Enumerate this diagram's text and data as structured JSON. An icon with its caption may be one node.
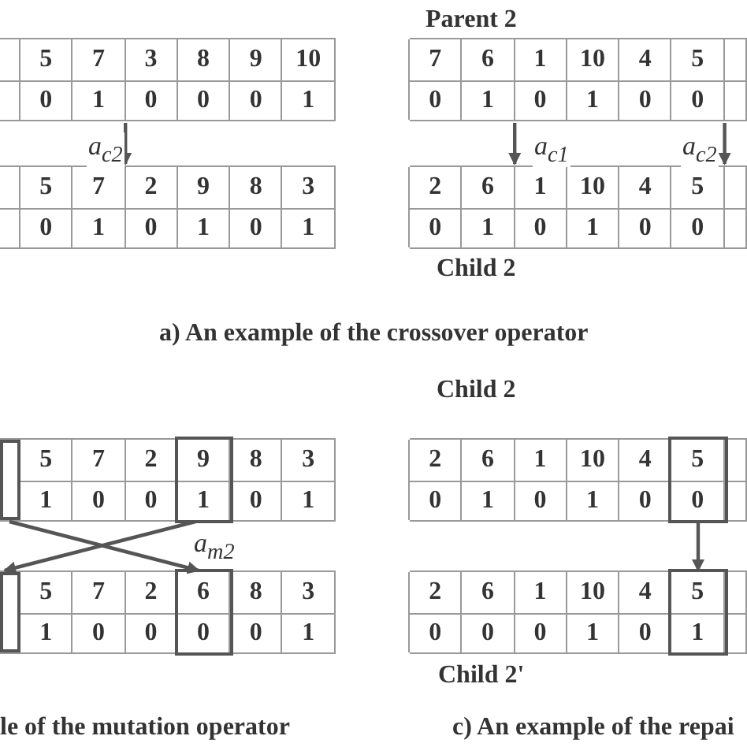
{
  "diagram": {
    "nodes": [
      {
        "text": [
          "5",
          "7",
          "3",
          "8",
          "9",
          "10",
          "0",
          "1",
          "0",
          "0",
          "0",
          "1"
        ]
      },
      {
        "text": [
          "5",
          "7",
          "2",
          "9",
          "8",
          "3",
          "0",
          "1",
          "0",
          "1",
          "0",
          "1"
        ]
      },
      {
        "text": [
          "7",
          "6",
          "1",
          "10",
          "4",
          "5",
          "0",
          "1",
          "0",
          "1",
          "0",
          "0"
        ],
        "beside": [
          "Parent 2"
        ]
      },
      {
        "text": [
          "2",
          "6",
          "1",
          "10",
          "4",
          "5",
          "0",
          "1",
          "0",
          "1",
          "0",
          "0"
        ],
        "beside": [
          "Child 2"
        ]
      },
      {
        "text": [
          "5",
          "7",
          "2",
          "8",
          "3",
          "1",
          "0",
          "0",
          "0",
          "1"
        ]
      },
      {
        "text": [],
        "shape": "box",
        "in": 4
      },
      {
        "text": [
          "9",
          "1"
        ],
        "in": 4
      },
      {
        "text": [
          "5",
          "7",
          "2",
          "8",
          "3",
          "1",
          "0",
          "0",
          "0",
          "1"
        ]
      },
      {
        "text": [],
        "shape": "box",
        "in": 7
      },
      {
        "text": [
          "6",
          "0"
        ],
        "in": 7
      },
      {
        "text": [
          "2",
          "6",
          "1",
          "10",
          "4",
          "0",
          "1",
          "0",
          "1",
          "0"
        ],
        "beside": [
          "Child 2"
        ]
      },
      {
        "text": [
          "5",
          "0"
        ],
        "in": 10
      },
      {
        "text": [
          "2",
          "6",
          "1",
          "10",
          "4",
          "0",
          "0",
          "0",
          "1",
          "0"
        ],
        "beside": [
          "Child 2'"
        ]
      },
      {
        "text": [
          "5",
          "1"
        ],
        "in": 12
      }
    ],
    "edges": [
      {
        "from": 0,
        "to": 1,
        "arrow": "to",
        "label": "a$_{c2}$"
      },
      {
        "from": 2,
        "to": 3,
        "arrow": "to",
        "label": "a$_{c1}$"
      },
      {
        "from": 2,
        "to": 3,
        "arrow": "to",
        "label": "a$_{c2}$"
      },
      {
        "from": 5,
        "to": 9,
        "arrow": "to",
        "label": "a$_{m2}$"
      },
      {
        "from": 6,
        "to": 8,
        "arrow": "to"
      },
      {
        "from": 11,
        "to": 13,
        "arrow": "to"
      }
    ],
    "labels": [
      "a)  An example of the crossover operator",
      "le of the mutation operator",
      "c)  An example of the repai"
    ]
  }
}
